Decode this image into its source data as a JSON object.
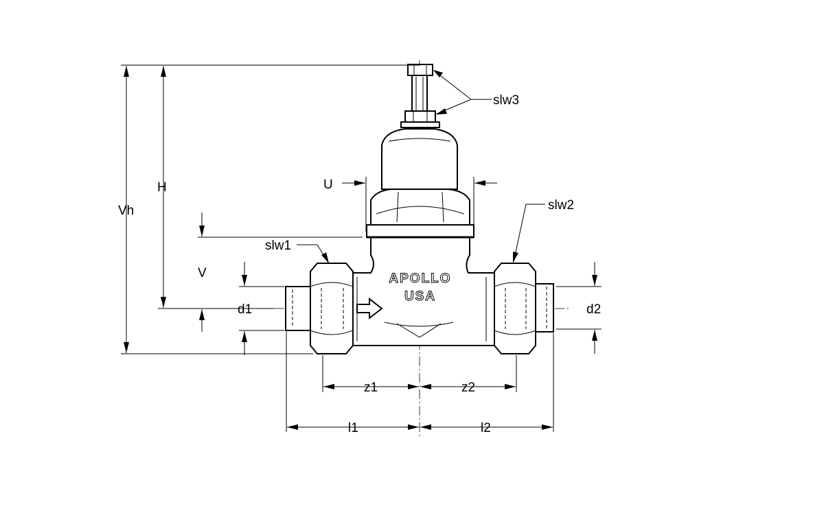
{
  "labels": {
    "vh": "Vh",
    "h": "H",
    "u": "U",
    "v": "V",
    "d1": "d1",
    "d2": "d2",
    "slw1": "slw1",
    "slw2": "slw2",
    "slw3": "slw3",
    "z1": "z1",
    "z2": "z2",
    "l1": "l1",
    "l2": "l2"
  },
  "branding": {
    "line1": "APOLLO",
    "line2": "USA"
  }
}
